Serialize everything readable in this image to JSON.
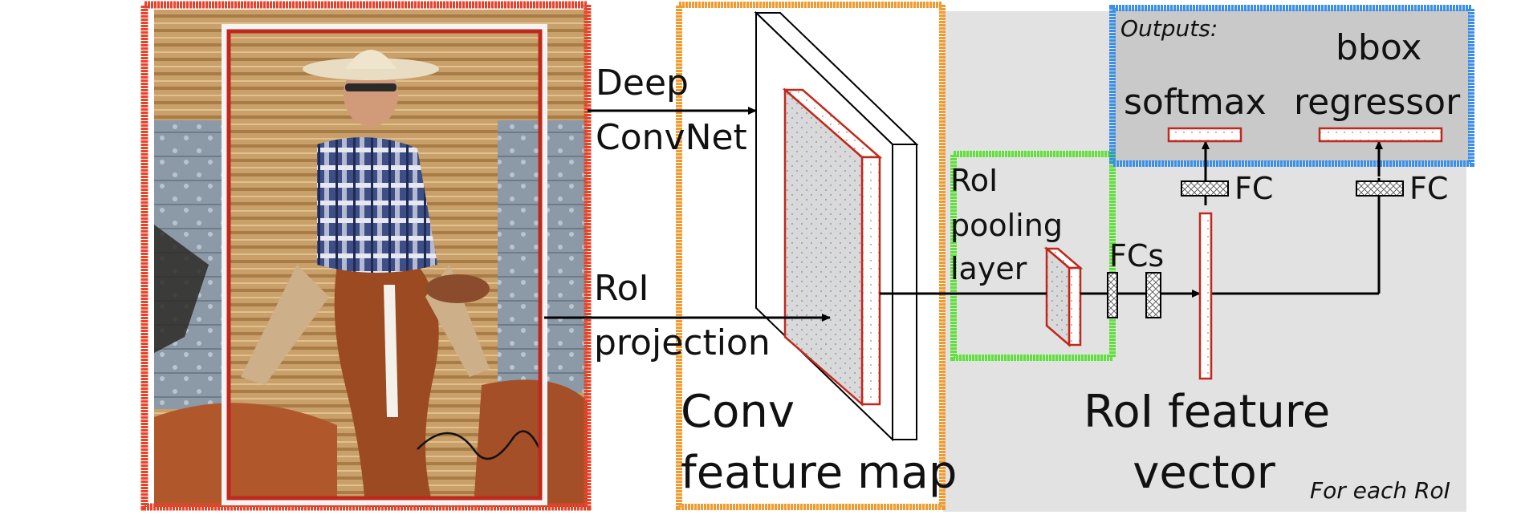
{
  "labels": {
    "deep_convnet": [
      "Deep",
      "ConvNet"
    ],
    "roi_projection": [
      "RoI",
      "projection"
    ],
    "conv_feature_map": [
      "Conv",
      "feature map"
    ],
    "roi_pooling_layer": [
      "RoI",
      "pooling",
      "layer"
    ],
    "fcs": "FCs",
    "fc_left": "FC",
    "fc_right": "FC",
    "outputs": "Outputs:",
    "softmax": "softmax",
    "bbox_regressor": [
      "bbox",
      "regressor"
    ],
    "roi_feature_vector": [
      "RoI feature",
      "vector"
    ],
    "for_each_roi": "For each RoI"
  },
  "colors": {
    "input_box": "#e8432a",
    "conv_box": "#f39a2e",
    "pooling_box": "#5fe03b",
    "outputs_box": "#3a8fe8",
    "roi_red": "#c0281c",
    "panel_gray": "#e2e2e2",
    "outputs_gray": "#c9c9c9"
  },
  "icons": {
    "photo": "photo-of-rider-on-horse"
  }
}
